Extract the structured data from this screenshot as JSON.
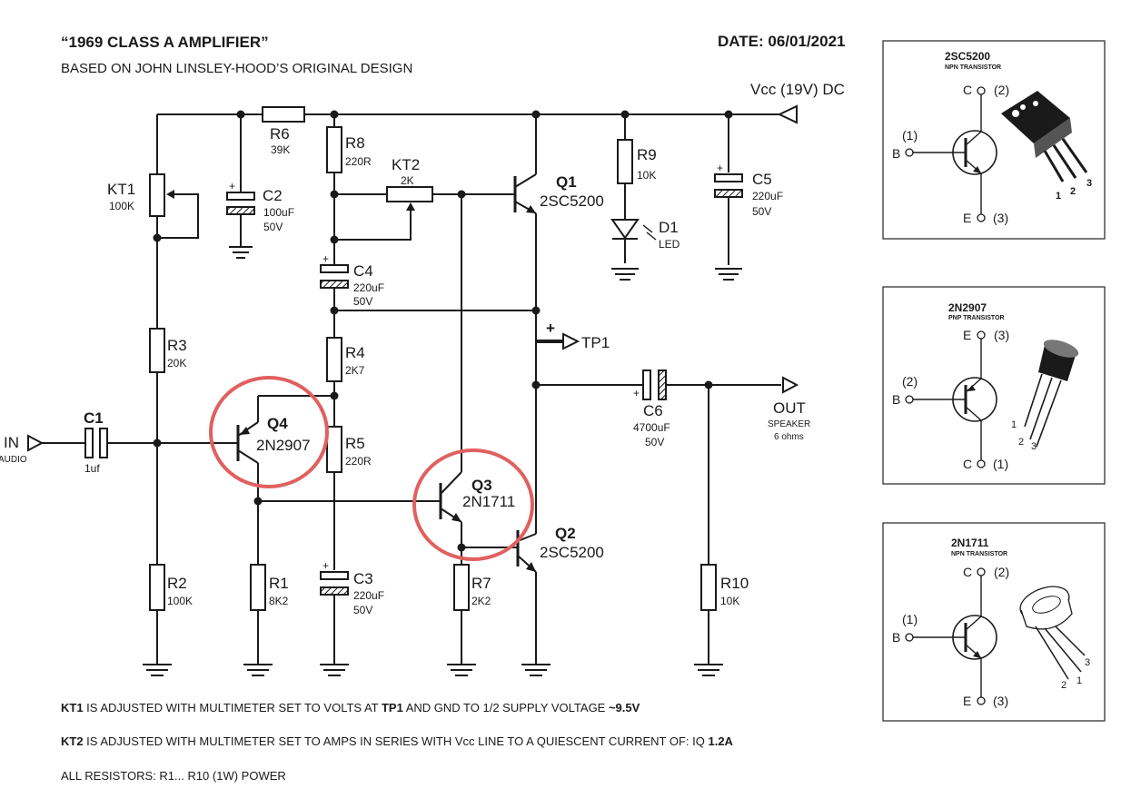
{
  "header": {
    "title": "“1969 CLASS A AMPLIFIER”",
    "subtitle": "BASED ON JOHN LINSLEY-HOOD’S ORIGINAL DESIGN",
    "date": "DATE: 06/01/2021"
  },
  "supply": {
    "label": "Vcc (19V) DC"
  },
  "components": {
    "r6": {
      "name": "R6",
      "value": "39K"
    },
    "r8": {
      "name": "R8",
      "value": "220R"
    },
    "r9": {
      "name": "R9",
      "value": "10K"
    },
    "kt1": {
      "name": "KT1",
      "value": "100K"
    },
    "kt2": {
      "name": "KT2",
      "value": "2K"
    },
    "c2": {
      "name": "C2",
      "value": "100uF",
      "voltage": "50V",
      "polarity": "+"
    },
    "c4": {
      "name": "C4",
      "value": "220uF",
      "voltage": "50V",
      "polarity": "+"
    },
    "c5": {
      "name": "C5",
      "value": "220uF",
      "voltage": "50V",
      "polarity": "+"
    },
    "c3": {
      "name": "C3",
      "value": "220uF",
      "voltage": "50V",
      "polarity": "+"
    },
    "c6": {
      "name": "C6",
      "value": "4700uF",
      "voltage": "50V",
      "polarity": "+"
    },
    "c1": {
      "name": "C1",
      "value": "1uf"
    },
    "q1": {
      "name": "Q1",
      "part": "2SC5200"
    },
    "q2": {
      "name": "Q2",
      "part": "2SC5200"
    },
    "q3": {
      "name": "Q3",
      "part": "2N1711"
    },
    "q4": {
      "name": "Q4",
      "part": "2N2907"
    },
    "d1": {
      "name": "D1",
      "type": "LED"
    },
    "r3": {
      "name": "R3",
      "value": "20K"
    },
    "r4": {
      "name": "R4",
      "value": "2K7"
    },
    "r5": {
      "name": "R5",
      "value": "220R"
    },
    "r2": {
      "name": "R2",
      "value": "100K"
    },
    "r1": {
      "name": "R1",
      "value": "8K2"
    },
    "r7": {
      "name": "R7",
      "value": "2K2"
    },
    "r10": {
      "name": "R10",
      "value": "10K"
    }
  },
  "io": {
    "in_label": "IN",
    "in_sub": "AUDIO",
    "tp1_label": "TP1",
    "tp1_polarity": "+",
    "out_label": "OUT",
    "out_sub1": "SPEAKER",
    "out_sub2": "6 ohms"
  },
  "notes": {
    "note1": {
      "lead": "KT1",
      "a": " IS ADJUSTED WITH MULTIMETER SET TO VOLTS AT ",
      "b": "TP1",
      "c": " AND GND TO 1/2 SUPPLY VOLTAGE ",
      "d": "~9.5V"
    },
    "note2": {
      "lead": "KT2",
      "a": " IS ADJUSTED WITH MULTIMETER SET TO AMPS IN SERIES WITH Vcc LINE TO A QUIESCENT CURRENT OF: IQ ",
      "b": "1.2A"
    },
    "note3": "ALL RESISTORS: R1... R10 (1W) POWER"
  },
  "pinouts": [
    {
      "part": "2SC5200",
      "type": "NPN TRANSISTOR",
      "top": "C",
      "top_num": "(2)",
      "base": "B",
      "base_num": "(1)",
      "bottom": "E",
      "bottom_num": "(3)",
      "leg_nums": [
        "1",
        "2",
        "3"
      ]
    },
    {
      "part": "2N2907",
      "type": "PNP TRANSISTOR",
      "top": "E",
      "top_num": "(3)",
      "base": "B",
      "base_num": "(2)",
      "bottom": "C",
      "bottom_num": "(1)",
      "leg_nums": [
        "1",
        "2",
        "3"
      ]
    },
    {
      "part": "2N1711",
      "type": "NPN TRANSISTOR",
      "top": "C",
      "top_num": "(2)",
      "base": "B",
      "base_num": "(1)",
      "bottom": "E",
      "bottom_num": "(3)",
      "leg_nums": [
        "2",
        "1",
        "3"
      ]
    }
  ],
  "colors": {
    "highlight": "#e06060",
    "ink": "#1a1a1a"
  }
}
